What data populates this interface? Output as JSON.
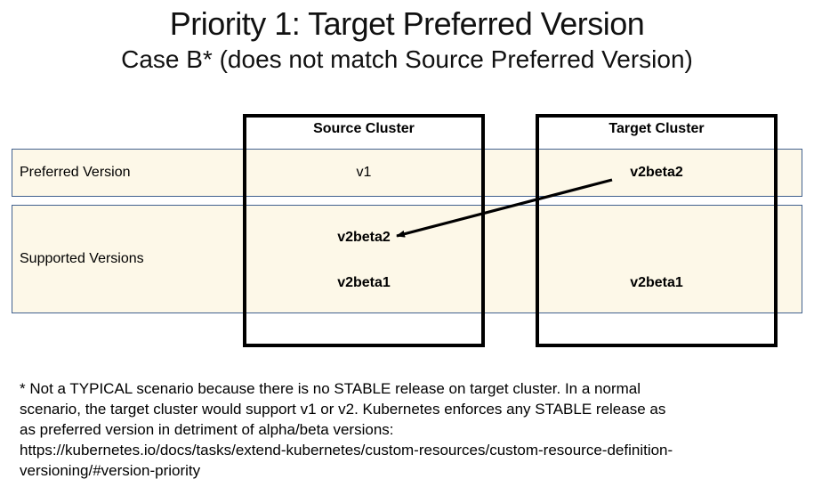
{
  "header": {
    "title": "Priority 1: Target Preferred Version",
    "subtitle": "Case B* (does not match Source Preferred Version)"
  },
  "diagram": {
    "clusters": [
      {
        "label": "Source Cluster"
      },
      {
        "label": "Target Cluster"
      }
    ],
    "rows": [
      {
        "label": "Preferred Version",
        "source": "v1",
        "target": "v2beta2"
      },
      {
        "label": "Supported Versions",
        "source_values": [
          "v2beta2",
          "v2beta1"
        ],
        "target_values": [
          "v2beta1"
        ]
      }
    ],
    "arrow": {
      "from": "Target Cluster preferred version v2beta2",
      "to": "Source Cluster supported version v2beta2"
    }
  },
  "footnote": {
    "text": "* Not a TYPICAL scenario because there is no STABLE release on target cluster. In a normal\nscenario, the target cluster would support v1 or v2. Kubernetes enforces any STABLE release as\nas preferred version in detriment of alpha/beta versions:\nhttps://kubernetes.io/docs/tasks/extend-kubernetes/custom-resources/custom-resource-definition-\nversioning/#version-priority"
  },
  "colors": {
    "band_fill": "#fdf8e8",
    "band_border": "#41618e",
    "box_border": "#000000",
    "text": "#000000",
    "background": "#ffffff"
  }
}
